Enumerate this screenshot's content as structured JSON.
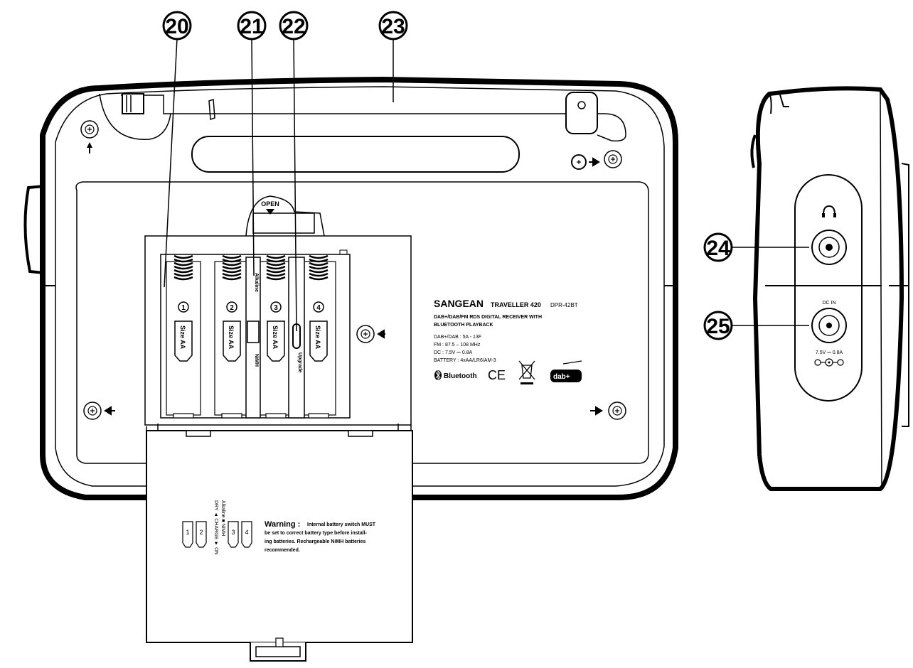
{
  "callouts": [
    {
      "id": "20"
    },
    {
      "id": "21"
    },
    {
      "id": "22"
    },
    {
      "id": "23"
    },
    {
      "id": "24"
    },
    {
      "id": "25"
    }
  ],
  "battery_slots": [
    {
      "num": "1",
      "size": "Size AA"
    },
    {
      "num": "2",
      "size": "Size AA"
    },
    {
      "num": "3",
      "size": "Size AA"
    },
    {
      "num": "4",
      "size": "Size AA"
    }
  ],
  "switch_labels": {
    "top": "Alkaline",
    "bottom": "NiMH"
  },
  "upgrade_label": "Upgrade",
  "open_label": "OPEN",
  "rating_label": {
    "brand": "SANGEAN",
    "model_name": "TRAVELLER 420",
    "model_code": "DPR-42BT",
    "line1": "DAB+/DAB/FM RDS DIGITAL RECEIVER WITH",
    "line2": "BLUETOOTH PLAYBACK",
    "spec1": "DAB+/DAB : 5A - 13F",
    "spec2": "FM : 87.5 – 108 MHz",
    "spec3": "DC : 7.5V ⎓ 0.8A",
    "spec4": "BATTERY : 4xAA/LR6/AM-3",
    "bluetooth": "Bluetooth",
    "ce": "CE",
    "dab_logo": "dab+"
  },
  "door_label": {
    "warning_title": "Warning :",
    "warning_text": [
      "Internal battery switch MUST",
      "be set to correct battery type before install-",
      "ing batteries. Rechargeable NiMH batteries",
      "recommended."
    ],
    "slot_nums": [
      "1",
      "2",
      "3",
      "4"
    ],
    "switch_text_a": "Alkaline ■ NiMH",
    "switch_text_b": "DRY ◄ CHARGE ► ON"
  },
  "side_panel": {
    "headphone_icon": "headphone-icon",
    "dc_in": "DC IN",
    "dc_rating": "7.5V ⎓ 0.8A",
    "polarity_icon": "polarity-icon"
  }
}
